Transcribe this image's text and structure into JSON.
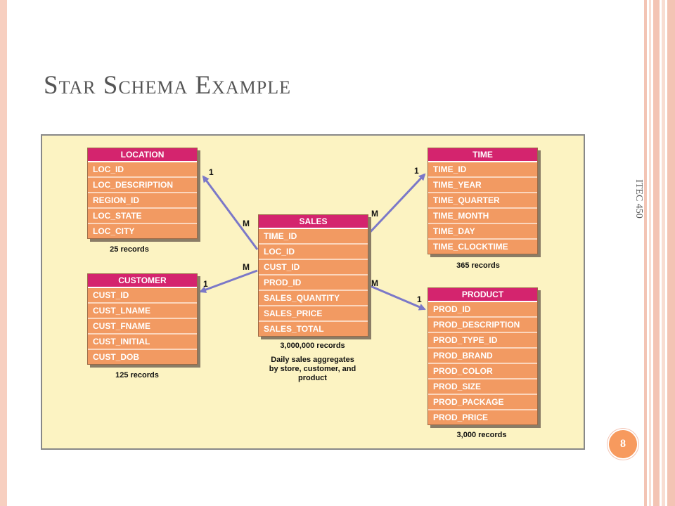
{
  "slide": {
    "title": "Star Schema Example",
    "side_label": "ITEC 450",
    "page_number": "8"
  },
  "diagram": {
    "tables": {
      "location": {
        "name": "LOCATION",
        "fields": [
          "LOC_ID",
          "LOC_DESCRIPTION",
          "REGION_ID",
          "LOC_STATE",
          "LOC_CITY"
        ],
        "records": "25 records"
      },
      "customer": {
        "name": "CUSTOMER",
        "fields": [
          "CUST_ID",
          "CUST_LNAME",
          "CUST_FNAME",
          "CUST_INITIAL",
          "CUST_DOB"
        ],
        "records": "125 records"
      },
      "sales": {
        "name": "SALES",
        "fields": [
          "TIME_ID",
          "LOC_ID",
          "CUST_ID",
          "PROD_ID",
          "SALES_QUANTITY",
          "SALES_PRICE",
          "SALES_TOTAL"
        ],
        "records": "3,000,000 records"
      },
      "time": {
        "name": "TIME",
        "fields": [
          "TIME_ID",
          "TIME_YEAR",
          "TIME_QUARTER",
          "TIME_MONTH",
          "TIME_DAY",
          "TIME_CLOCKTIME"
        ],
        "records": "365 records"
      },
      "product": {
        "name": "PRODUCT",
        "fields": [
          "PROD_ID",
          "PROD_DESCRIPTION",
          "PROD_TYPE_ID",
          "PROD_BRAND",
          "PROD_COLOR",
          "PROD_SIZE",
          "PROD_PACKAGE",
          "PROD_PRICE"
        ],
        "records": "3,000 records"
      }
    },
    "sales_note": [
      "Daily sales aggregates",
      "by store, customer, and",
      "product"
    ],
    "cardinality": {
      "one": "1",
      "many": "M"
    },
    "colors": {
      "header": "#d4246e",
      "body": "#f29a62",
      "background": "#fcf3c2",
      "arrow": "#7b78c8"
    }
  }
}
